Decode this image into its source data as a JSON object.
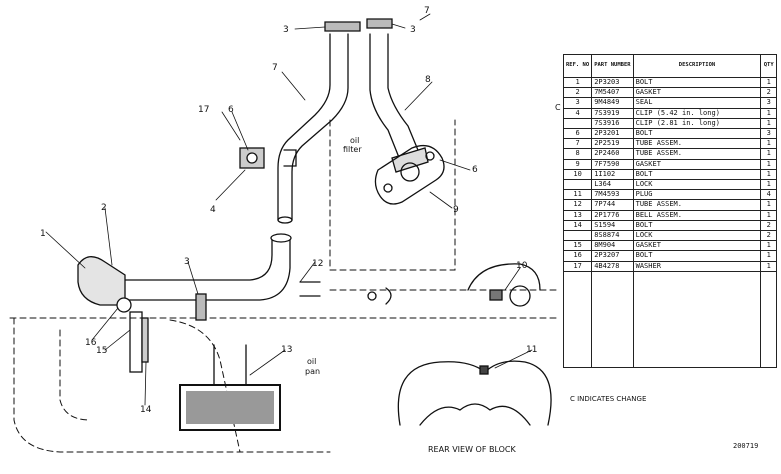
{
  "callouts": {
    "c1": "1",
    "c2": "2",
    "c3a": "3",
    "c3b": "3",
    "c3c": "3",
    "c4": "4",
    "c6a": "6",
    "c6b": "6",
    "c7a": "7",
    "c7b": "7",
    "c8": "8",
    "c9": "9",
    "c10": "10",
    "c11": "11",
    "c12": "12",
    "c13": "13",
    "c14": "14",
    "c15": "15",
    "c16": "16",
    "c17": "17"
  },
  "notes": {
    "oil_filter": "oil",
    "oil_filter_line2": "filter",
    "oil_pan": "oil",
    "oil_pan_line2": "pan"
  },
  "caption": "REAR VIEW OF BLOCK",
  "figure_number": "200719",
  "change_marker": "C",
  "legend_note": "C INDICATES CHANGE",
  "table": {
    "headers": {
      "ref": "REF. NO",
      "part": "PART NUMBER",
      "desc": "DESCRIPTION",
      "qty": "QTY"
    },
    "rows": [
      {
        "ref": "1",
        "pn": "2P3203",
        "desc": "BOLT",
        "qty": "1"
      },
      {
        "ref": "2",
        "pn": "7M5407",
        "desc": "GASKET",
        "qty": "2"
      },
      {
        "ref": "3",
        "pn": "9M4849",
        "desc": "SEAL",
        "qty": "3"
      },
      {
        "ref": "4",
        "pn": "7S3919",
        "desc": "CLIP (5.42 in. long)",
        "qty": "1"
      },
      {
        "ref": "",
        "pn": "7S3916",
        "desc": "CLIP (2.81 in. long)",
        "qty": "1"
      },
      {
        "ref": "6",
        "pn": "2P3201",
        "desc": "BOLT",
        "qty": "3"
      },
      {
        "ref": "7",
        "pn": "2P2519",
        "desc": "TUBE ASSEM.",
        "qty": "1"
      },
      {
        "ref": "8",
        "pn": "2P2460",
        "desc": "TUBE ASSEM.",
        "qty": "1"
      },
      {
        "ref": "9",
        "pn": "7F7590",
        "desc": "GASKET",
        "qty": "1"
      },
      {
        "ref": "10",
        "pn": "1I102",
        "desc": "BOLT",
        "qty": "1"
      },
      {
        "ref": "",
        "pn": "L364",
        "desc": "LOCK",
        "qty": "1"
      },
      {
        "ref": "11",
        "pn": "7M4593",
        "desc": "PLUG",
        "qty": "4"
      },
      {
        "ref": "12",
        "pn": "7P744",
        "desc": "TUBE ASSEM.",
        "qty": "1"
      },
      {
        "ref": "13",
        "pn": "2P1776",
        "desc": "BELL ASSEM.",
        "qty": "1"
      },
      {
        "ref": "14",
        "pn": "S1594",
        "desc": "BOLT",
        "qty": "2"
      },
      {
        "ref": "",
        "pn": "8S8874",
        "desc": "LOCK",
        "qty": "2"
      },
      {
        "ref": "15",
        "pn": "8M904",
        "desc": "GASKET",
        "qty": "1"
      },
      {
        "ref": "16",
        "pn": "2P3207",
        "desc": "BOLT",
        "qty": "1"
      },
      {
        "ref": "17",
        "pn": "4B4278",
        "desc": "WASHER",
        "qty": "1"
      }
    ]
  }
}
